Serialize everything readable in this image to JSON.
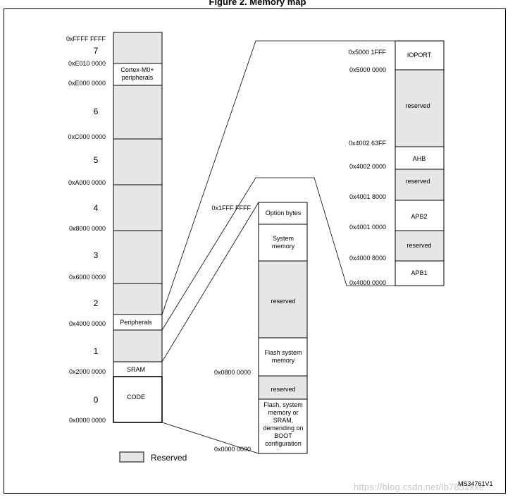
{
  "title": "Figure 2. Memory map",
  "reference": "MS34761V1",
  "watermark": "https://blog.csdn.net/lb7851xxe",
  "colors": {
    "reserved": "#e6e6e6",
    "line": "#000000",
    "background": "#ffffff"
  },
  "legend": {
    "label": "Reserved"
  },
  "main_map": {
    "regions": [
      "7",
      "6",
      "5",
      "4",
      "3",
      "2",
      "1",
      "0"
    ],
    "addresses": [
      "0xFFFF FFFF",
      "0xE010 0000",
      "0xE000 0000",
      "0xC000 0000",
      "0xA000 0000",
      "0x8000 0000",
      "0x6000 0000",
      "0x4000 0000",
      "0x2000 0000",
      "0x0000 0000"
    ],
    "blocks": {
      "cortex_line1": "Cortex-M0+",
      "cortex_line2": "peripherals",
      "peripherals": "Peripherals",
      "sram": "SRAM",
      "code": "CODE"
    }
  },
  "code_map": {
    "addresses": [
      "0x1FFF FFFF",
      "0x0800 0000",
      "0x0000 0000"
    ],
    "blocks": {
      "option_bytes": "Option bytes",
      "system_memory_1": "System",
      "system_memory_2": "memory",
      "reserved_1": "reserved",
      "flash_sys_1": "Flash system",
      "flash_sys_2": "memory",
      "reserved_2": "reserved",
      "boot_1": "Flash, system",
      "boot_2": "memory or",
      "boot_3": "SRAM,",
      "boot_4": "demending on",
      "boot_5": "BOOT",
      "boot_6": "configuration"
    }
  },
  "periph_map": {
    "addresses": [
      "0x5000 1FFF",
      "0x5000 0000",
      "0x4002 63FF",
      "0x4002 0000",
      "0x4001 8000",
      "0x4001 0000",
      "0x4000 8000",
      "0x4000 0000"
    ],
    "blocks": {
      "ioport": "IOPORT",
      "reserved_1": "reserved",
      "ahb": "AHB",
      "reserved_2": "reserved",
      "apb2": "APB2",
      "reserved_3": "reserved",
      "apb1": "APB1"
    }
  }
}
